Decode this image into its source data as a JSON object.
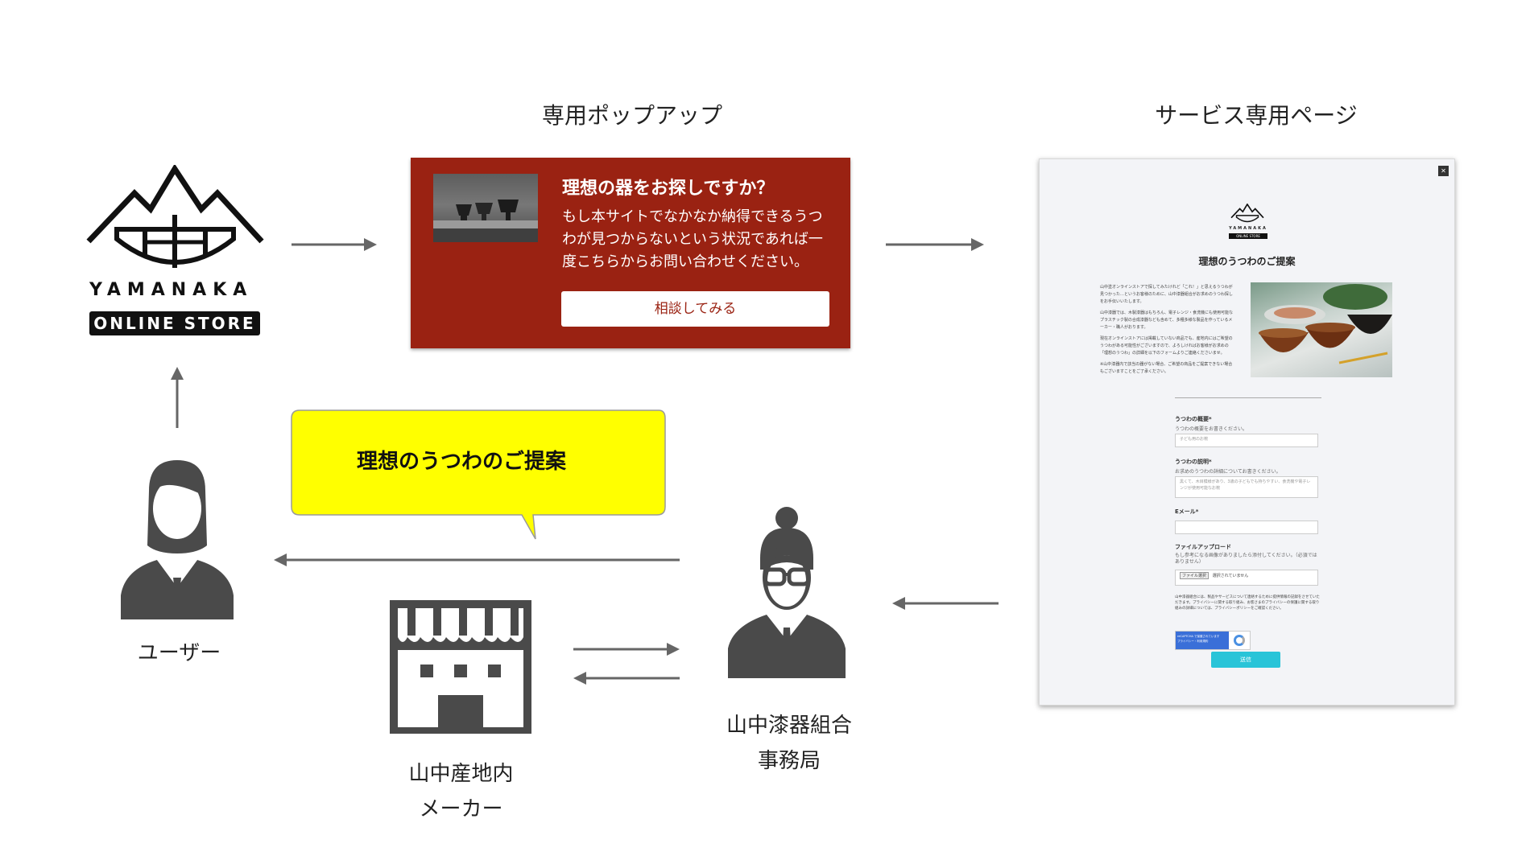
{
  "headings": {
    "popup": "専用ポップアップ",
    "service_page": "サービス専用ページ"
  },
  "logo": {
    "wordmark": "YAMANAKA",
    "badge": "ONLINE STORE"
  },
  "popup": {
    "title": "理想の器をお探しですか？",
    "body": "もし本サイトでなかなか納得できるうつわが見つからないという状況であれば一度こちらからお問い合わせください。",
    "button": "相談してみる",
    "bg_color": "#9a2212"
  },
  "service_page": {
    "logo_wordmark": "YAMANAKA",
    "logo_badge": "ONLINE STORE",
    "title": "理想のうつわのご提案",
    "intro_1": "山中塗オンラインストアで探してみたけれど「これ！」と思えるうつわが見つかった…というお客様のために、山中漆器組合がお求めのうつわ探しをお手伝いいたします。",
    "intro_2": "山中漆器では、木製漆器はもちろん、電子レンジ・食洗機にも使用可能なプラスチック製の合成漆器なども含めて、多種多様な製品を作っているメーカー・職人がおります。",
    "intro_3": "現在オンラインストアには掲載していない商品でも、産地内にはご希望のうつわがある可能性がございますので、よろしければお客様がお求めの「理想のうつわ」の詳細を以下のフォームよりご連絡くださいませ。",
    "intro_4": "※山中漆器内で該当の器がない場合、ご希望の商品をご提案できない場合もございますことをご了承ください。",
    "field_1_label": "うつわの概要*",
    "field_1_sub": "うつわの概要をお書きください。",
    "field_1_placeholder": "子ども用のお椀",
    "field_2_label": "うつわの説明*",
    "field_2_sub": "お求めのうつわの詳細についてお書きください。",
    "field_2_placeholder": "黒くて、木目模様があり、3歳の子どもでも持ちやすい、食洗機や電子レンジが使用可能なお椀",
    "field_3_label": "Eメール*",
    "field_4_label": "ファイルアップロード",
    "field_4_sub": "もし参考になる画像がありましたら添付してください。（必須ではありません）",
    "file_button": "ファイル選択",
    "file_status": "選択されていません",
    "privacy_note": "山中漆器組合には、製品やサービスについて連絡するために提供情報の記録をさせていただきます。プライバシーに関する取り組み、お客さまのプライバシーの保護に関する取り組みの詳細については、プライバシーポリシーをご確認ください。",
    "recaptcha": "reCAPTCHA で保護されています",
    "recaptcha_sub": "プライバシー・利用規約",
    "submit": "送信"
  },
  "callout": {
    "text": "理想のうつわのご提案",
    "color": "#ffff00"
  },
  "labels": {
    "user": "ユーザー",
    "maker_line1": "山中産地内",
    "maker_line2": "メーカー",
    "office_line1": "山中漆器組合",
    "office_line2": "事務局"
  },
  "colors": {
    "arrow": "#666666",
    "icon": "#4a4a4a"
  }
}
